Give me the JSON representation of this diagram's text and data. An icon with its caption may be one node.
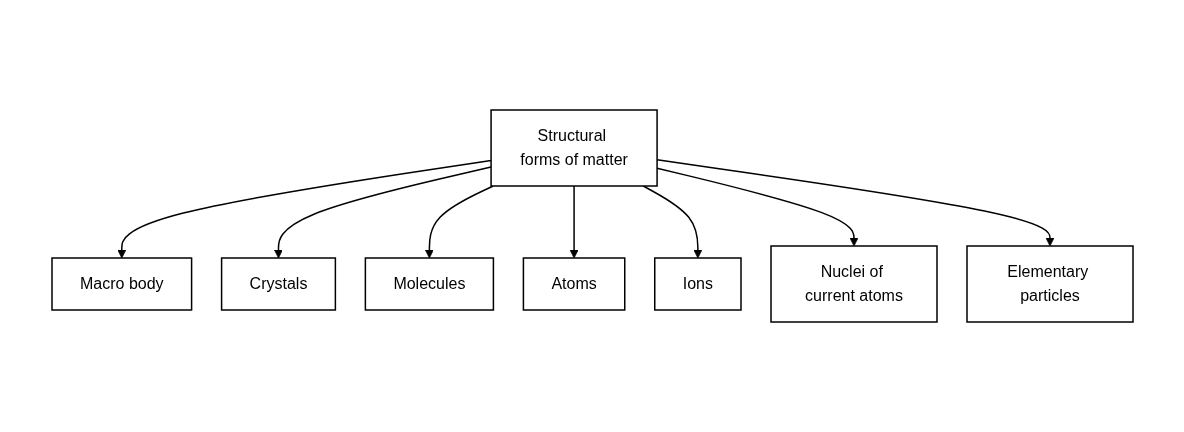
{
  "diagram": {
    "nodes": [
      {
        "text": [
          "Structural forms of matter"
        ]
      },
      {
        "text": [
          "Macro body"
        ]
      },
      {
        "text": [
          "Crystals"
        ]
      },
      {
        "text": [
          "Molecules"
        ]
      },
      {
        "text": [
          "Atoms"
        ]
      },
      {
        "text": [
          "Ions"
        ]
      },
      {
        "text": [
          "Nuclei of current atoms"
        ]
      },
      {
        "text": [
          "Elementary particles"
        ]
      }
    ],
    "edges": [
      {
        "from": 0,
        "to": 1,
        "arrow": "to"
      },
      {
        "from": 0,
        "to": 2,
        "arrow": "to"
      },
      {
        "from": 0,
        "to": 3,
        "arrow": "to"
      },
      {
        "from": 0,
        "to": 4,
        "arrow": "to"
      },
      {
        "from": 0,
        "to": 5,
        "arrow": "to"
      },
      {
        "from": 0,
        "to": 6,
        "arrow": "to"
      },
      {
        "from": 0,
        "to": 7,
        "arrow": "to"
      }
    ]
  }
}
